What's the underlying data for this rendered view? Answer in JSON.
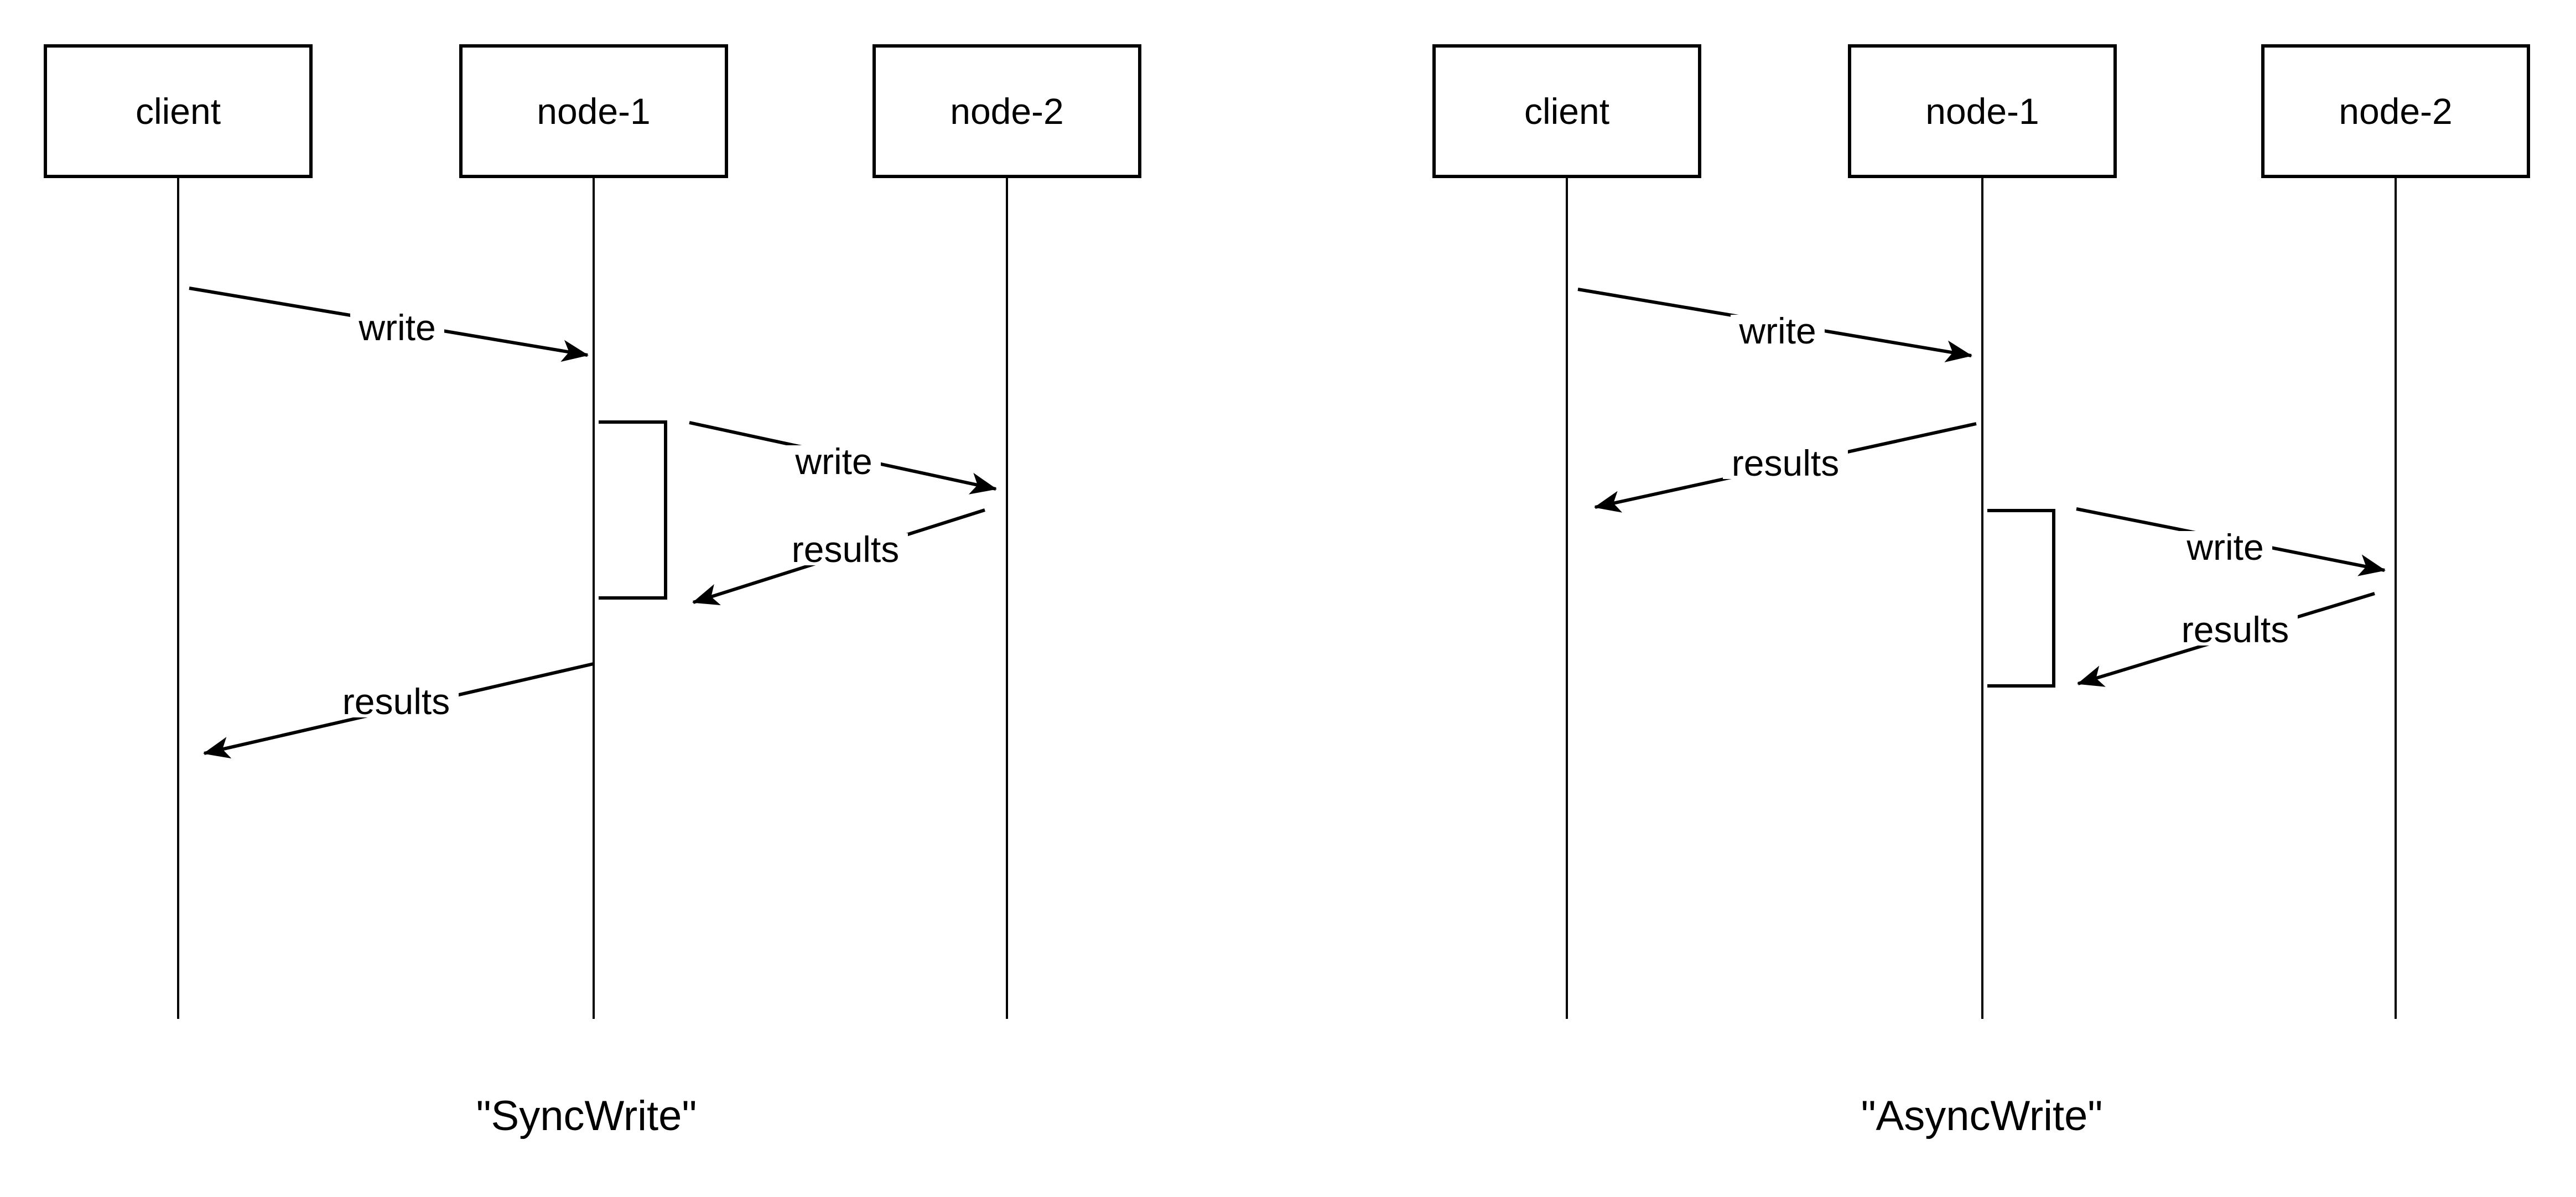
{
  "canvas": {
    "background": "#ffffff",
    "line_color": "#000000"
  },
  "diagrams": {
    "sync": {
      "caption": "\"SyncWrite\"",
      "actors": {
        "client": "client",
        "node1": "node-1",
        "node2": "node-2"
      },
      "messages": {
        "m1": {
          "from": "client",
          "to": "node-1",
          "label": "write"
        },
        "m2": {
          "from": "node-1",
          "to": "node-2",
          "label": "write"
        },
        "m3": {
          "from": "node-2",
          "to": "node-1",
          "label": "results"
        },
        "m4": {
          "from": "node-1",
          "to": "client",
          "label": "results"
        }
      }
    },
    "async": {
      "caption": "\"AsyncWrite\"",
      "actors": {
        "client": "client",
        "node1": "node-1",
        "node2": "node-2"
      },
      "messages": {
        "m1": {
          "from": "client",
          "to": "node-1",
          "label": "write"
        },
        "m2": {
          "from": "node-1",
          "to": "client",
          "label": "results"
        },
        "m3": {
          "from": "node-1",
          "to": "node-2",
          "label": "write"
        },
        "m4": {
          "from": "node-2",
          "to": "node-1",
          "label": "results"
        }
      }
    }
  }
}
